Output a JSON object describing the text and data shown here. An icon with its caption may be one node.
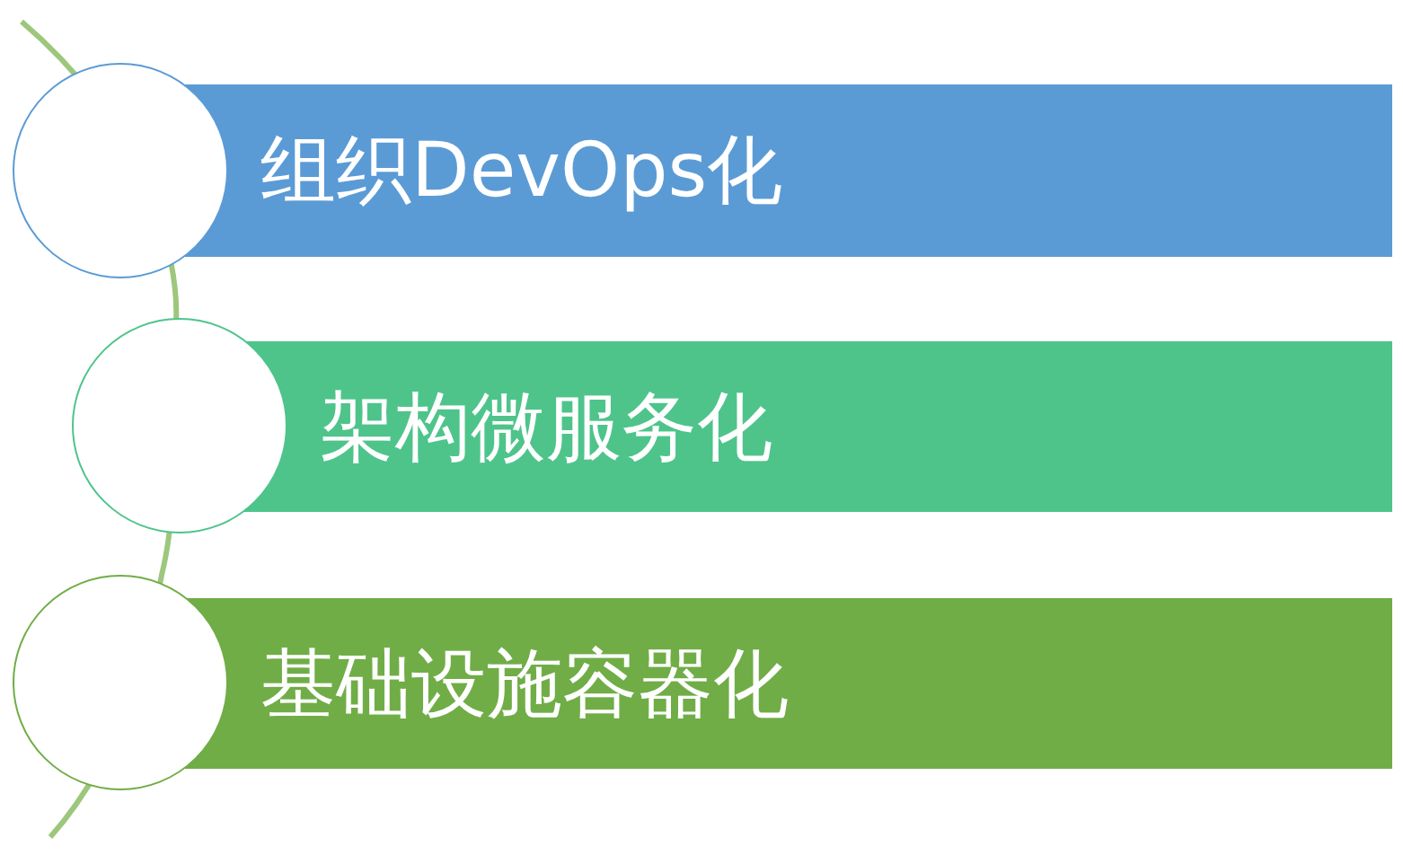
{
  "diagram": {
    "nodes": [
      {
        "text": [
          "组织DevOps化"
        ]
      },
      {
        "text": [
          "架构微服务化"
        ]
      },
      {
        "text": [
          "基础设施容器化"
        ]
      },
      {
        "text": [],
        "shape": "circle"
      },
      {
        "text": [],
        "shape": "circle"
      },
      {
        "text": [],
        "shape": "circle"
      }
    ]
  }
}
